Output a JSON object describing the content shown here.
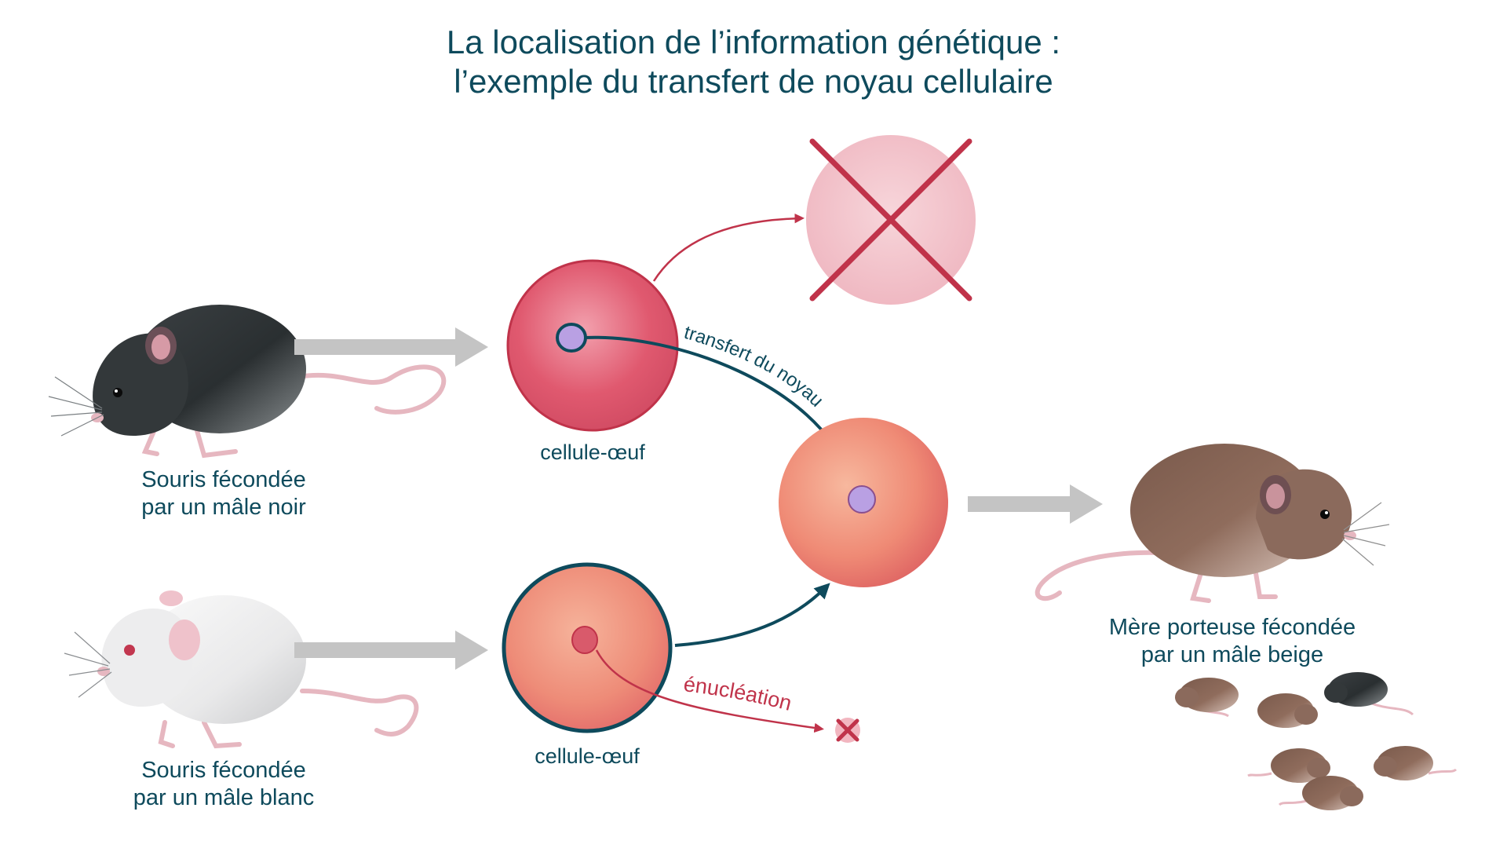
{
  "title": {
    "line1": "La localisation de l’information génétique :",
    "line2": "l’exemple du transfert de noyau cellulaire"
  },
  "mice": {
    "black": {
      "caption1": "Souris fécondée",
      "caption2": "par un mâle noir"
    },
    "white": {
      "caption1": "Souris fécondée",
      "caption2": "par un mâle blanc"
    },
    "surrogate": {
      "caption1": "Mère porteuse fécondée",
      "caption2": "par un mâle beige"
    }
  },
  "cells": {
    "top_label": "cellule-œuf",
    "bottom_label": "cellule-œuf"
  },
  "arrows": {
    "transfer_label": "transfert du noyau",
    "enucleation_label": "énucléation"
  },
  "colors": {
    "title": "#0e4a5c",
    "teal_arrow": "#0e4a5c",
    "red_arrow": "#c0334a",
    "gray_arrow": "#c4c4c4"
  },
  "icons": [
    "black-mouse-icon",
    "white-mouse-icon",
    "brown-mouse-icon",
    "cross-icon",
    "nucleus-icon"
  ]
}
